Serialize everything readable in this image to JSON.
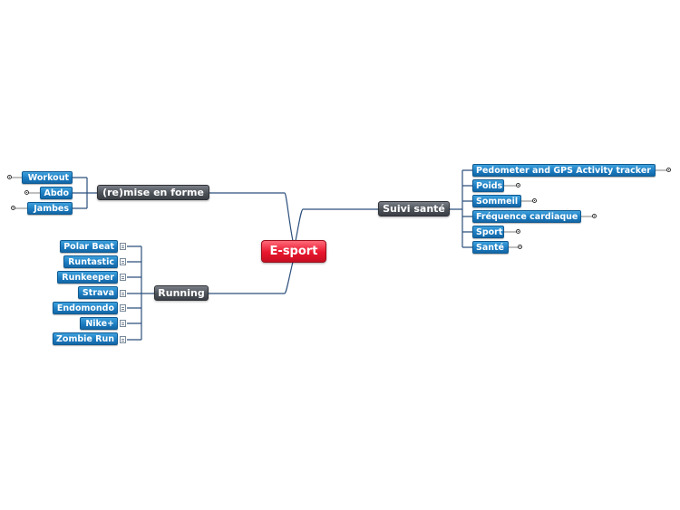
{
  "root": {
    "label": "E-sport"
  },
  "branches": {
    "remise": {
      "label": "(re)mise en forme",
      "items": [
        "Workout",
        "Abdo",
        "Jambes"
      ]
    },
    "running": {
      "label": "Running",
      "items": [
        "Polar Beat",
        "Runtastic",
        "Runkeeper",
        "Strava",
        "Endomondo",
        "Nike+",
        "Zombie Run"
      ]
    },
    "suivi": {
      "label": "Suivi santé",
      "items": [
        "Pedometer and GPS Activity tracker",
        "Poids",
        "Sommeil",
        "Fréquence cardiaque",
        "Sport",
        "Santé"
      ]
    }
  },
  "colors": {
    "root": "#e8162e",
    "main": "#4d5259",
    "leaf": "#1c7dc2",
    "connector": "#2c4f7c"
  }
}
